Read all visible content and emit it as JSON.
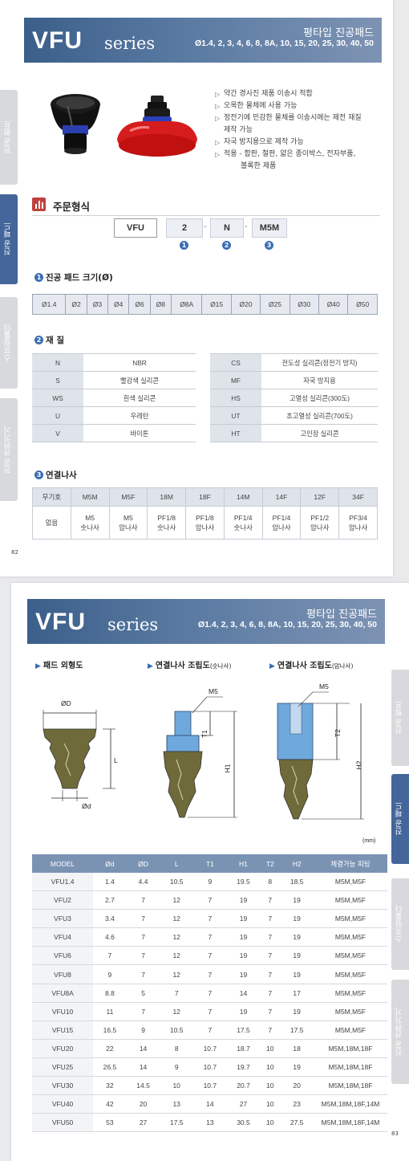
{
  "header": {
    "brand": "VFU",
    "series": "series",
    "title_ko": "평타입 진공패드",
    "sizes": "Ø1.4, 2, 3, 4, 6, 8, 8A, 10, 15, 20, 25, 30, 40, 50"
  },
  "side_tabs": [
    "진공 펌프",
    "진공 패드",
    "스프링홀더",
    "진공 관련기기"
  ],
  "features": [
    {
      "text": "약간 경사진 제품 이송시 적합"
    },
    {
      "text": "오목한 물체에 사용 가능"
    },
    {
      "text": "정전기에 민감한 물체를 이송시에는 제전 재질"
    },
    {
      "text": "제작 가능",
      "continuation": true
    },
    {
      "text": "자국 방지용으로 제작 가능"
    },
    {
      "text": "적용 - 합판, 철판, 얇은 종이박스, 전자부품,"
    },
    {
      "text": "볼록한 제품",
      "continuation": true
    }
  ],
  "order": {
    "title": "주문형식",
    "parts": [
      "VFU",
      "2",
      "N",
      "M5M"
    ],
    "dash": "-",
    "markers": [
      "1",
      "2",
      "3"
    ]
  },
  "section1": {
    "num": "1",
    "title": "진공 패드 크기(Ø)",
    "sizes": [
      "Ø1.4",
      "Ø2",
      "Ø3",
      "Ø4",
      "Ø6",
      "Ø8",
      "Ø8A",
      "Ø15",
      "Ø20",
      "Ø25",
      "Ø30",
      "Ø40",
      "Ø50"
    ]
  },
  "section2": {
    "num": "2",
    "title": "재 질",
    "left": [
      {
        "code": "N",
        "name": "NBR"
      },
      {
        "code": "S",
        "name": "빨강색 실리콘"
      },
      {
        "code": "WS",
        "name": "흰색 실리콘"
      },
      {
        "code": "U",
        "name": "우레탄"
      },
      {
        "code": "V",
        "name": "바이톤"
      }
    ],
    "right": [
      {
        "code": "CS",
        "name": "전도성 실리콘(정전기 방지)"
      },
      {
        "code": "MF",
        "name": "자국 방지용"
      },
      {
        "code": "HS",
        "name": "고열성 실리콘(300도)"
      },
      {
        "code": "UT",
        "name": "초고열성 실리콘(700도)"
      },
      {
        "code": "HT",
        "name": "고인장 실리콘"
      }
    ]
  },
  "section3": {
    "num": "3",
    "title": "연결나사",
    "headers": [
      "무기호",
      "M5M",
      "M5F",
      "18M",
      "18F",
      "14M",
      "14F",
      "12F",
      "34F"
    ],
    "row1": [
      "없음",
      "M5",
      "M5",
      "PF1/8",
      "PF1/8",
      "PF1/4",
      "PF1/4",
      "PF1/2",
      "PF3/4"
    ],
    "row2": [
      "",
      "숫나사",
      "암나사",
      "숫나사",
      "암나사",
      "숫나사",
      "암나사",
      "암나사",
      "암나사"
    ]
  },
  "page1_number": "82",
  "page2_number": "83",
  "drawings": {
    "outline_title": "패드 외형도",
    "male_title": "연결나사 조립도",
    "male_note": "(숫나사)",
    "female_title": "연결나사 조립도",
    "female_note": "(암나사)",
    "labels": {
      "OD": "ØD",
      "Od": "Ød",
      "L": "L",
      "M5a": "M5",
      "T1": "T1",
      "H1": "H1",
      "M5b": "M5",
      "T2": "T2",
      "H2": "H2"
    },
    "unit": "(mm)"
  },
  "dim_table": {
    "headers": [
      "MODEL",
      "Ød",
      "ØD",
      "L",
      "T1",
      "H1",
      "T2",
      "H2",
      "체결가능 피팅"
    ],
    "rows": [
      [
        "VFU1.4",
        "1.4",
        "4.4",
        "10.5",
        "9",
        "19.5",
        "8",
        "18.5",
        "M5M,M5F"
      ],
      [
        "VFU2",
        "2.7",
        "7",
        "12",
        "7",
        "19",
        "7",
        "19",
        "M5M,M5F"
      ],
      [
        "VFU3",
        "3.4",
        "7",
        "12",
        "7",
        "19",
        "7",
        "19",
        "M5M,M5F"
      ],
      [
        "VFU4",
        "4.6",
        "7",
        "12",
        "7",
        "19",
        "7",
        "19",
        "M5M,M5F"
      ],
      [
        "VFU6",
        "7",
        "7",
        "12",
        "7",
        "19",
        "7",
        "19",
        "M5M,M5F"
      ],
      [
        "VFU8",
        "9",
        "7",
        "12",
        "7",
        "19",
        "7",
        "19",
        "M5M,M5F"
      ],
      [
        "VFU8A",
        "8.8",
        "5",
        "7",
        "7",
        "14",
        "7",
        "17",
        "M5M,M5F"
      ],
      [
        "VFU10",
        "11",
        "7",
        "12",
        "7",
        "19",
        "7",
        "19",
        "M5M,M5F"
      ],
      [
        "VFU15",
        "16.5",
        "9",
        "10.5",
        "7",
        "17.5",
        "7",
        "17.5",
        "M5M,M5F"
      ],
      [
        "VFU20",
        "22",
        "14",
        "8",
        "10.7",
        "18.7",
        "10",
        "18",
        "M5M,18M,18F"
      ],
      [
        "VFU25",
        "26.5",
        "14",
        "9",
        "10.7",
        "19.7",
        "10",
        "19",
        "M5M,18M,18F"
      ],
      [
        "VFU30",
        "32",
        "14.5",
        "10",
        "10.7",
        "20.7",
        "10",
        "20",
        "M5M,18M,18F"
      ],
      [
        "VFU40",
        "42",
        "20",
        "13",
        "14",
        "27",
        "10",
        "23",
        "M5M,18M,18F,14M"
      ],
      [
        "VFU50",
        "53",
        "27",
        "17.5",
        "13",
        "30.5",
        "10",
        "27.5",
        "M5M,18M,18F,14M"
      ]
    ]
  }
}
